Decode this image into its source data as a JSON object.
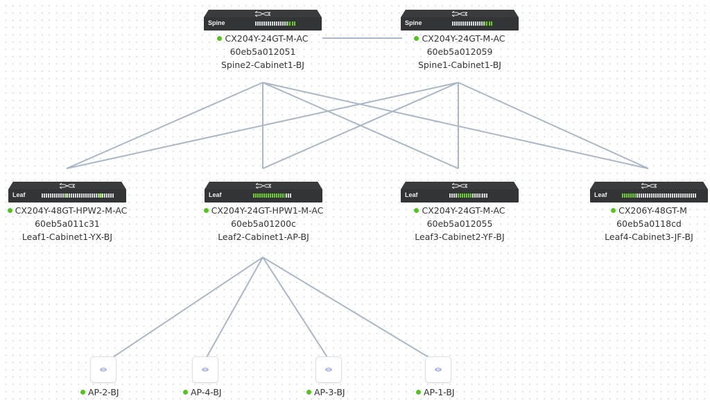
{
  "diagram": {
    "type": "network-topology",
    "status_color": "#52c41a",
    "link_color": "#a9b7c9",
    "spines": [
      {
        "id": "spine2",
        "kind": "Spine",
        "model": "CX204Y-24GT-M-AC",
        "serial": "60eb5a012051",
        "name": "Spine2-Cabinet1-BJ",
        "status": "online"
      },
      {
        "id": "spine1",
        "kind": "Spine",
        "model": "CX204Y-24GT-M-AC",
        "serial": "60eb5a012059",
        "name": "Spine1-Cabinet1-BJ",
        "status": "online"
      }
    ],
    "leaves": [
      {
        "id": "leaf1",
        "kind": "Leaf",
        "model": "CX204Y-48GT-HPW2-M-AC",
        "serial": "60eb5a011c31",
        "name": "Leaf1-Cabinet1-YX-BJ",
        "status": "online"
      },
      {
        "id": "leaf2",
        "kind": "Leaf",
        "model": "CX204Y-24GT-HPW1-M-AC",
        "serial": "60eb5a01200c",
        "name": "Leaf2-Cabinet1-AP-BJ",
        "status": "online"
      },
      {
        "id": "leaf3",
        "kind": "Leaf",
        "model": "CX204Y-24GT-M-AC",
        "serial": "60eb5a012055",
        "name": "Leaf3-Cabinet2-YF-BJ",
        "status": "online"
      },
      {
        "id": "leaf4",
        "kind": "Leaf",
        "model": "CX206Y-48GT-M",
        "serial": "60eb5a0118cd",
        "name": "Leaf4-Cabinet3-JF-BJ",
        "status": "online"
      }
    ],
    "aps": [
      {
        "id": "ap2",
        "name": "AP-2-BJ",
        "status": "online"
      },
      {
        "id": "ap4",
        "name": "AP-4-BJ",
        "status": "online"
      },
      {
        "id": "ap3",
        "name": "AP-3-BJ",
        "status": "online"
      },
      {
        "id": "ap1",
        "name": "AP-1-BJ",
        "status": "online"
      }
    ],
    "links": [
      [
        "spine2",
        "spine1"
      ],
      [
        "spine2",
        "leaf1"
      ],
      [
        "spine2",
        "leaf2"
      ],
      [
        "spine2",
        "leaf3"
      ],
      [
        "spine2",
        "leaf4"
      ],
      [
        "spine1",
        "leaf1"
      ],
      [
        "spine1",
        "leaf2"
      ],
      [
        "spine1",
        "leaf3"
      ],
      [
        "spine1",
        "leaf4"
      ],
      [
        "leaf2",
        "ap2"
      ],
      [
        "leaf2",
        "ap4"
      ],
      [
        "leaf2",
        "ap3"
      ],
      [
        "leaf2",
        "ap1"
      ]
    ]
  }
}
